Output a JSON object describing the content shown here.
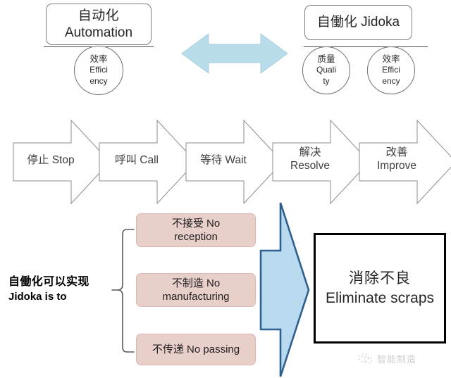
{
  "diagram": {
    "top": {
      "left_concept": {
        "cn": "自动化",
        "en": "Automation",
        "bubbles": [
          {
            "cn": "效率",
            "en1": "Effici",
            "en2": "ency"
          }
        ]
      },
      "relation_icon": "double-headed-arrow",
      "right_concept": {
        "cn": "自働化",
        "en": "Jidoka",
        "inline": "自働化 Jidoka",
        "bubbles": [
          {
            "cn": "质量",
            "en1": "Quali",
            "en2": "ty"
          },
          {
            "cn": "效率",
            "en1": "Effici",
            "en2": "ency"
          }
        ]
      }
    },
    "process": {
      "steps": [
        {
          "cn": "停止",
          "en": "Stop",
          "inline": "停止 Stop",
          "two_line": false
        },
        {
          "cn": "呼叫",
          "en": "Call",
          "inline": "呼叫 Call",
          "two_line": false
        },
        {
          "cn": "等待",
          "en": "Wait",
          "inline": "等待 Wait",
          "two_line": false
        },
        {
          "cn": "解决",
          "en": "Resolve",
          "inline": "解决 Resolve",
          "two_line": true
        },
        {
          "cn": "改善",
          "en": "Improve",
          "inline": "改善 Improve",
          "two_line": true
        }
      ]
    },
    "bottom": {
      "caption": {
        "cn": "自働化可以实现",
        "en": "Jidoka is to"
      },
      "rules": [
        {
          "cn": "不接受 No",
          "en": "reception",
          "single": ""
        },
        {
          "cn": "不制造 No",
          "en": "manufacturing",
          "single": ""
        },
        {
          "cn": "",
          "en": "",
          "single": "不传递 No passing"
        }
      ],
      "arrow_icon": "right-block-arrow",
      "result": {
        "cn": "消除不良",
        "en": "Eliminate scraps"
      }
    },
    "watermark": {
      "text": "智能制造",
      "logo": "wechat-account-icon"
    },
    "colors": {
      "light_blue_fill": "#b9dcea",
      "blue_arrow_fill": "#b9d9ee",
      "blue_arrow_border": "#2f5f8f",
      "pink_fill": "#e9cfca",
      "pink_border": "#ddb8b2",
      "outline_gray": "#7f7f7f",
      "result_border": "#000000"
    }
  }
}
